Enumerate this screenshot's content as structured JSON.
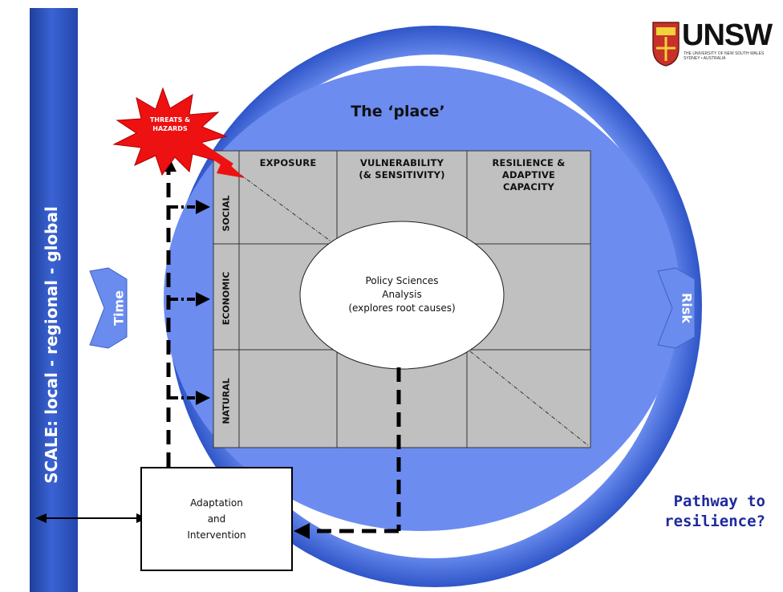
{
  "colors": {
    "scale_bar": "#2a4fbd",
    "ring": "#4a6fd8",
    "inner_circle": "#6f8ff2",
    "grid_cell": "#c0c0c0",
    "starburst": "#ee1111",
    "pathway_text": "#1e2a9c"
  },
  "scale_label": "SCALE: local - regional - global",
  "logo": {
    "name": "UNSW",
    "subtitle_line1": "THE UNIVERSITY OF NEW SOUTH WALES",
    "subtitle_line2": "SYDNEY • AUSTRALIA"
  },
  "place_title": "The ‘place’",
  "threats": {
    "line1": "THREATS &",
    "line2": "HAZARDS"
  },
  "columns": {
    "exposure": "EXPOSURE",
    "vulnerability_1": "VULNERABILITY",
    "vulnerability_2": "(& SENSITIVITY)",
    "resilience_1": "RESILIENCE &",
    "resilience_2": "ADAPTIVE",
    "resilience_3": "CAPACITY"
  },
  "rows": {
    "social": "SOCIAL",
    "economic": "ECONOMIC",
    "natural": "NATURAL"
  },
  "policy": {
    "line1": "Policy Sciences",
    "line2": "Analysis",
    "line3": "(explores root causes)"
  },
  "time_label": "Time",
  "risk_label": "Risk",
  "adaptation": {
    "line1": "Adaptation",
    "line2": "and",
    "line3": "Intervention"
  },
  "pathway": {
    "line1": "Pathway to",
    "line2": "resilience?"
  }
}
